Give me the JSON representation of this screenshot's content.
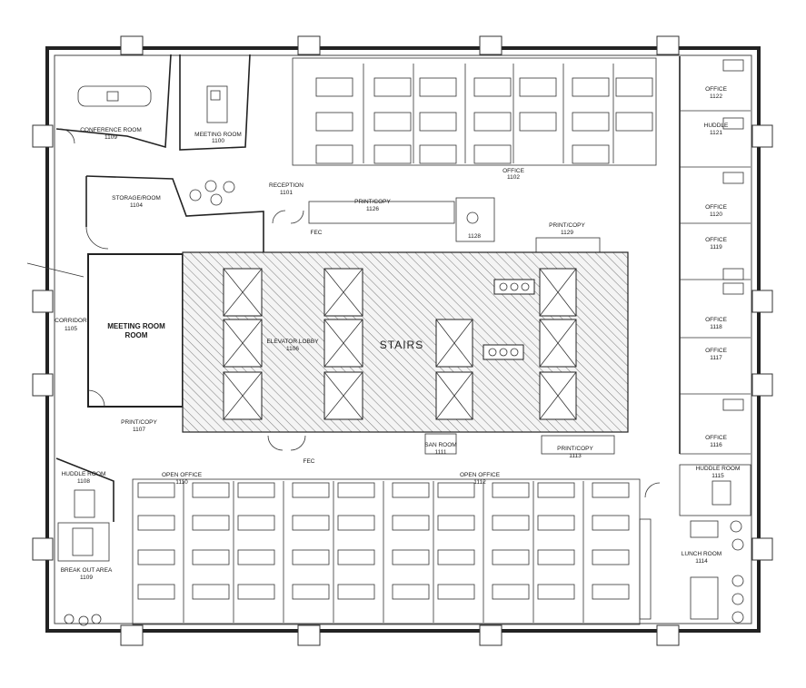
{
  "rooms": [
    {
      "id": "conference",
      "name": "CONFERENCE ROOM",
      "number": "1109"
    },
    {
      "id": "meeting_small",
      "name": "MEETING ROOM",
      "number": "1100"
    },
    {
      "id": "reception",
      "name": "RECEPTION",
      "number": "1101"
    },
    {
      "id": "open_office_top",
      "name": "OFFICE",
      "number": "1102"
    },
    {
      "id": "print_copy_top",
      "name": "PRINT/COPY",
      "number": "1126"
    },
    {
      "id": "tel",
      "name": "",
      "number": "1128"
    },
    {
      "id": "print_copy_right",
      "name": "PRINT/COPY",
      "number": "1129"
    },
    {
      "id": "storage",
      "name": "STORAGE/ROOM",
      "number": "1104"
    },
    {
      "id": "corridor",
      "name": "CORRIDOR",
      "number": "1105"
    },
    {
      "id": "meeting_big",
      "name": "MEETING ROOM",
      "number": ""
    },
    {
      "id": "elevator_lobby",
      "name": "ELEVATOR LOBBY",
      "number": "1106"
    },
    {
      "id": "stairs",
      "name": "STAIRS",
      "number": ""
    },
    {
      "id": "print_copy_left",
      "name": "PRINT/COPY",
      "number": "1107"
    },
    {
      "id": "san_room",
      "name": "SAN ROOM",
      "number": "1111"
    },
    {
      "id": "print_copy_bottom",
      "name": "PRINT/COPY",
      "number": "1113"
    },
    {
      "id": "huddle_left",
      "name": "HUDDLE ROOM",
      "number": "1108"
    },
    {
      "id": "breakout",
      "name": "BREAK OUT AREA",
      "number": "1109"
    },
    {
      "id": "open_office_left",
      "name": "OPEN OFFICE",
      "number": "1110"
    },
    {
      "id": "open_office_right",
      "name": "OPEN OFFICE",
      "number": "1112"
    },
    {
      "id": "office_1122",
      "name": "OFFICE",
      "number": "1122"
    },
    {
      "id": "huddle_1121",
      "name": "HUDDLE",
      "number": "1121"
    },
    {
      "id": "office_1120",
      "name": "OFFICE",
      "number": "1120"
    },
    {
      "id": "office_1119",
      "name": "OFFICE",
      "number": "1119"
    },
    {
      "id": "office_1118",
      "name": "OFFICE",
      "number": "1118"
    },
    {
      "id": "office_1117",
      "name": "OFFICE",
      "number": "1117"
    },
    {
      "id": "office_1116",
      "name": "OFFICE",
      "number": "1116"
    },
    {
      "id": "huddle_1115",
      "name": "HUDDLE ROOM",
      "number": "1115"
    },
    {
      "id": "lunch",
      "name": "LUNCH ROOM",
      "number": "1114"
    }
  ],
  "annotations": {
    "fec_a": "FEC",
    "fec_b": "FEC"
  }
}
